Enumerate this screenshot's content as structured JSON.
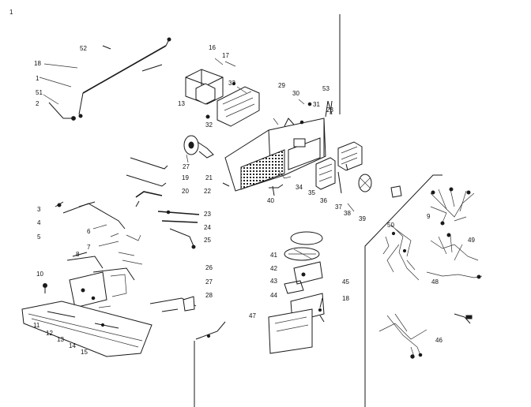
{
  "page_marker": "1",
  "labels": {
    "l52": "52",
    "l18a": "18",
    "l1": "1",
    "l51": "51",
    "l2": "2",
    "l16": "16",
    "l17": "17",
    "l33": "33",
    "l13": "13",
    "l32": "32",
    "l29": "29",
    "l30": "30",
    "l31": "31",
    "l53": "53",
    "l23a": "23",
    "l27a": "27",
    "l21": "21",
    "l19": "19",
    "l20": "20",
    "l22": "22",
    "l23b": "23",
    "l24": "24",
    "l25": "25",
    "l34": "34",
    "l35": "35",
    "l40": "40",
    "l36": "36",
    "l37": "37",
    "l38": "38",
    "l39": "39",
    "l50": "50",
    "l9": "9",
    "l49": "49",
    "l48": "48",
    "l46": "46",
    "l3": "3",
    "l4": "4",
    "l5": "5",
    "l6": "6",
    "l7": "7",
    "l8": "8",
    "l10": "10",
    "l11": "11",
    "l12": "12",
    "l13b": "13",
    "l14": "14",
    "l15": "15",
    "l26": "26",
    "l27b": "27",
    "l28": "28",
    "l41": "41",
    "l42": "42",
    "l43": "43",
    "l44": "44",
    "l45": "45",
    "l18b": "18",
    "l47": "47"
  }
}
